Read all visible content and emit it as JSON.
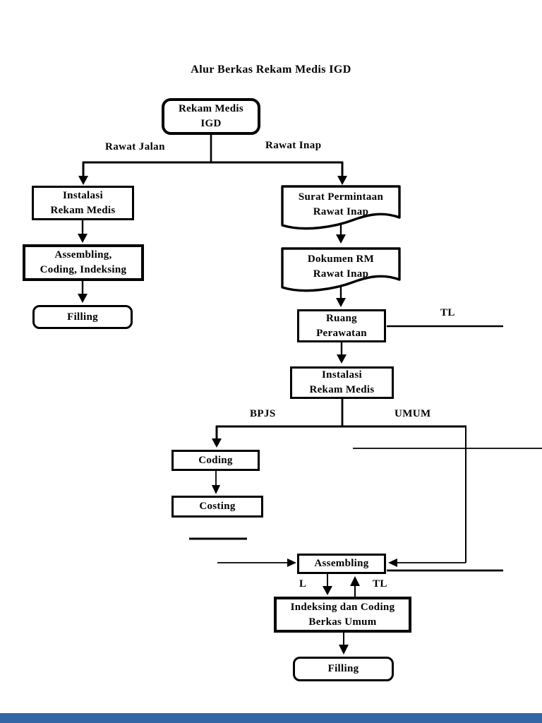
{
  "title": "Alur Berkas Rekam Medis IGD",
  "nodes": {
    "rekam_medis_igd": {
      "label": "Rekam Medis\nIGD",
      "shape": "rounded"
    },
    "instalasi_rm_jalan": {
      "label": "Instalasi\nRekam Medis",
      "shape": "rect"
    },
    "assembling_coding_indeksing": {
      "label": "Assembling,\nCoding, Indeksing",
      "shape": "rect"
    },
    "filling_jalan": {
      "label": "Filling",
      "shape": "rounded"
    },
    "surat_permintaan": {
      "label": "Surat Permintaan\nRawat Inap",
      "shape": "document"
    },
    "dokumen_rm": {
      "label": "Dokumen RM\nRawat Inap",
      "shape": "document"
    },
    "ruang_perawatan": {
      "label": "Ruang\nPerawatan",
      "shape": "rect"
    },
    "instalasi_rm_inap": {
      "label": "Instalasi\nRekam Medis",
      "shape": "rect"
    },
    "coding": {
      "label": "Coding",
      "shape": "rect"
    },
    "costing": {
      "label": "Costing",
      "shape": "rect"
    },
    "assembling": {
      "label": "Assembling",
      "shape": "rect"
    },
    "indeksing_coding_umum": {
      "label": "Indeksing dan Coding\nBerkas Umum",
      "shape": "rect"
    },
    "filling_inap": {
      "label": "Filling",
      "shape": "rounded"
    }
  },
  "edge_labels": {
    "rawat_jalan": "Rawat Jalan",
    "rawat_inap": "Rawat Inap",
    "tl_ruang": "TL",
    "bpjs": "BPJS",
    "umum": "UMUM",
    "l_assembling": "L",
    "tl_assembling": "TL"
  },
  "colors": {
    "line": "#000000",
    "background": "#ffffff",
    "bottom_bar": "#3465a4"
  }
}
